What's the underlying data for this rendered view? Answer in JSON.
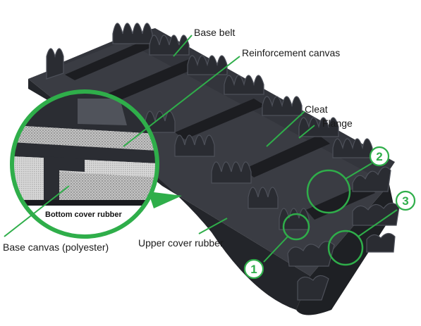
{
  "labels": {
    "base_belt": "Base belt",
    "reinforcement_canvas": "Reinforcement canvas",
    "cleat": "Cleat",
    "flange": "Flange",
    "bottom_cover_rubber": "Bottom cover rubber",
    "base_canvas": "Base canvas (polyester)",
    "upper_cover_rubber": "Upper cover rubber"
  },
  "markers": {
    "one": "1",
    "two": "2",
    "three": "3"
  },
  "colors": {
    "accent": "#2fae4a",
    "belt": "#2b2d33",
    "belt_light": "#4a4d55",
    "canvas": "#b9b9b9"
  }
}
